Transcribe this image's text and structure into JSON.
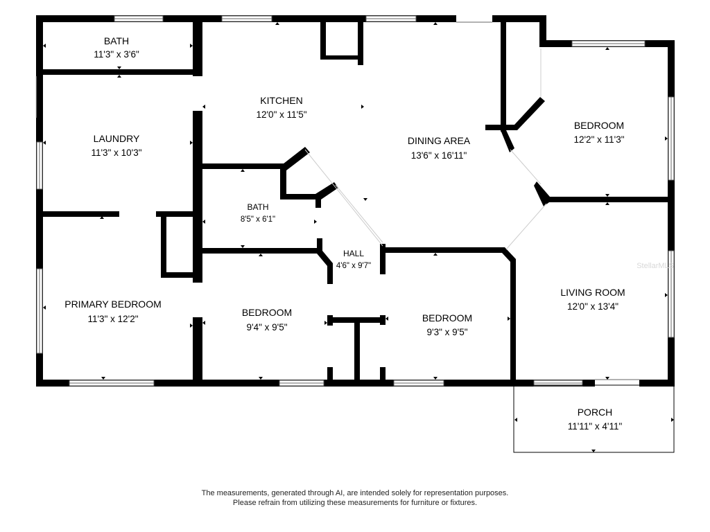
{
  "rooms": [
    {
      "key": "bath_top",
      "name": "BATH",
      "dims": "11'3\" x 3'6\""
    },
    {
      "key": "laundry",
      "name": "LAUNDRY",
      "dims": "11'3\" x 10'3\""
    },
    {
      "key": "primary_bedroom",
      "name": "PRIMARY BEDROOM",
      "dims": "11'3\" x 12'2\""
    },
    {
      "key": "kitchen",
      "name": "KITCHEN",
      "dims": "12'0\" x 11'5\""
    },
    {
      "key": "bath_mid",
      "name": "BATH",
      "dims": "8'5\" x 6'1\""
    },
    {
      "key": "hall",
      "name": "HALL",
      "dims": "4'6\" x 9'7\""
    },
    {
      "key": "bedroom_mid",
      "name": "BEDROOM",
      "dims": "9'4\" x 9'5\""
    },
    {
      "key": "bedroom_center",
      "name": "BEDROOM",
      "dims": "9'3\" x 9'5\""
    },
    {
      "key": "dining_area",
      "name": "DINING AREA",
      "dims": "13'6\" x 16'11\""
    },
    {
      "key": "bedroom_right",
      "name": "BEDROOM",
      "dims": "12'2\" x 11'3\""
    },
    {
      "key": "living_room",
      "name": "LIVING ROOM",
      "dims": "12'0\" x 13'4\""
    },
    {
      "key": "porch",
      "name": "PORCH",
      "dims": "11'11\" x 4'11\""
    }
  ],
  "disclaimer": {
    "line1": "The measurements, generated through AI, are intended solely for representation purposes.",
    "line2": "Please refrain from utilizing these measurements for furniture or fixtures."
  },
  "watermark": "StellarMLS",
  "colors": {
    "wall": "#000000",
    "background": "#ffffff"
  }
}
